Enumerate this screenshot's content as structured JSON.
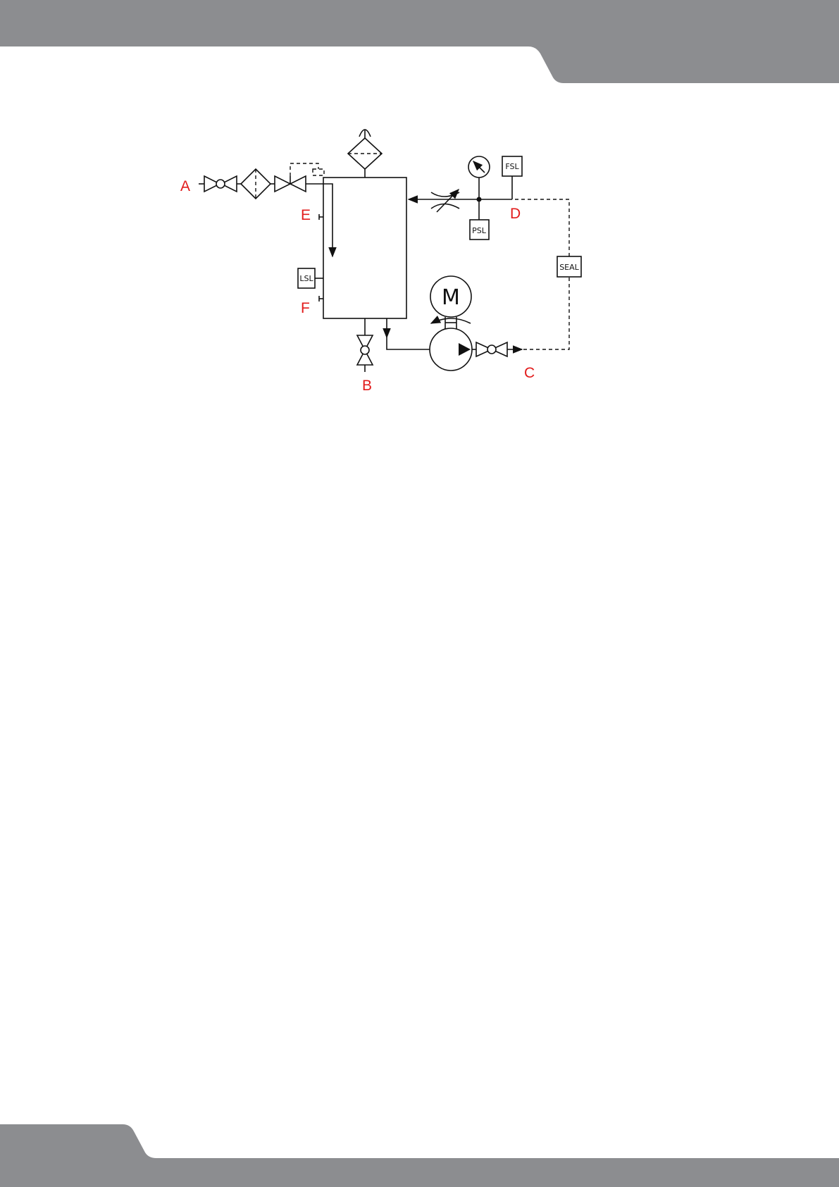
{
  "theme": {
    "header_color": "#8c8d90",
    "label_color": "#e21b1b",
    "line_color": "#111111"
  },
  "diagram": {
    "points": {
      "a": "A",
      "b": "B",
      "c": "C",
      "d": "D",
      "e": "E",
      "f": "F"
    },
    "instruments": {
      "fsl": "FSL",
      "psl": "PSL",
      "lsl": "LSL",
      "seal": "SEAL"
    },
    "motor": "M"
  }
}
